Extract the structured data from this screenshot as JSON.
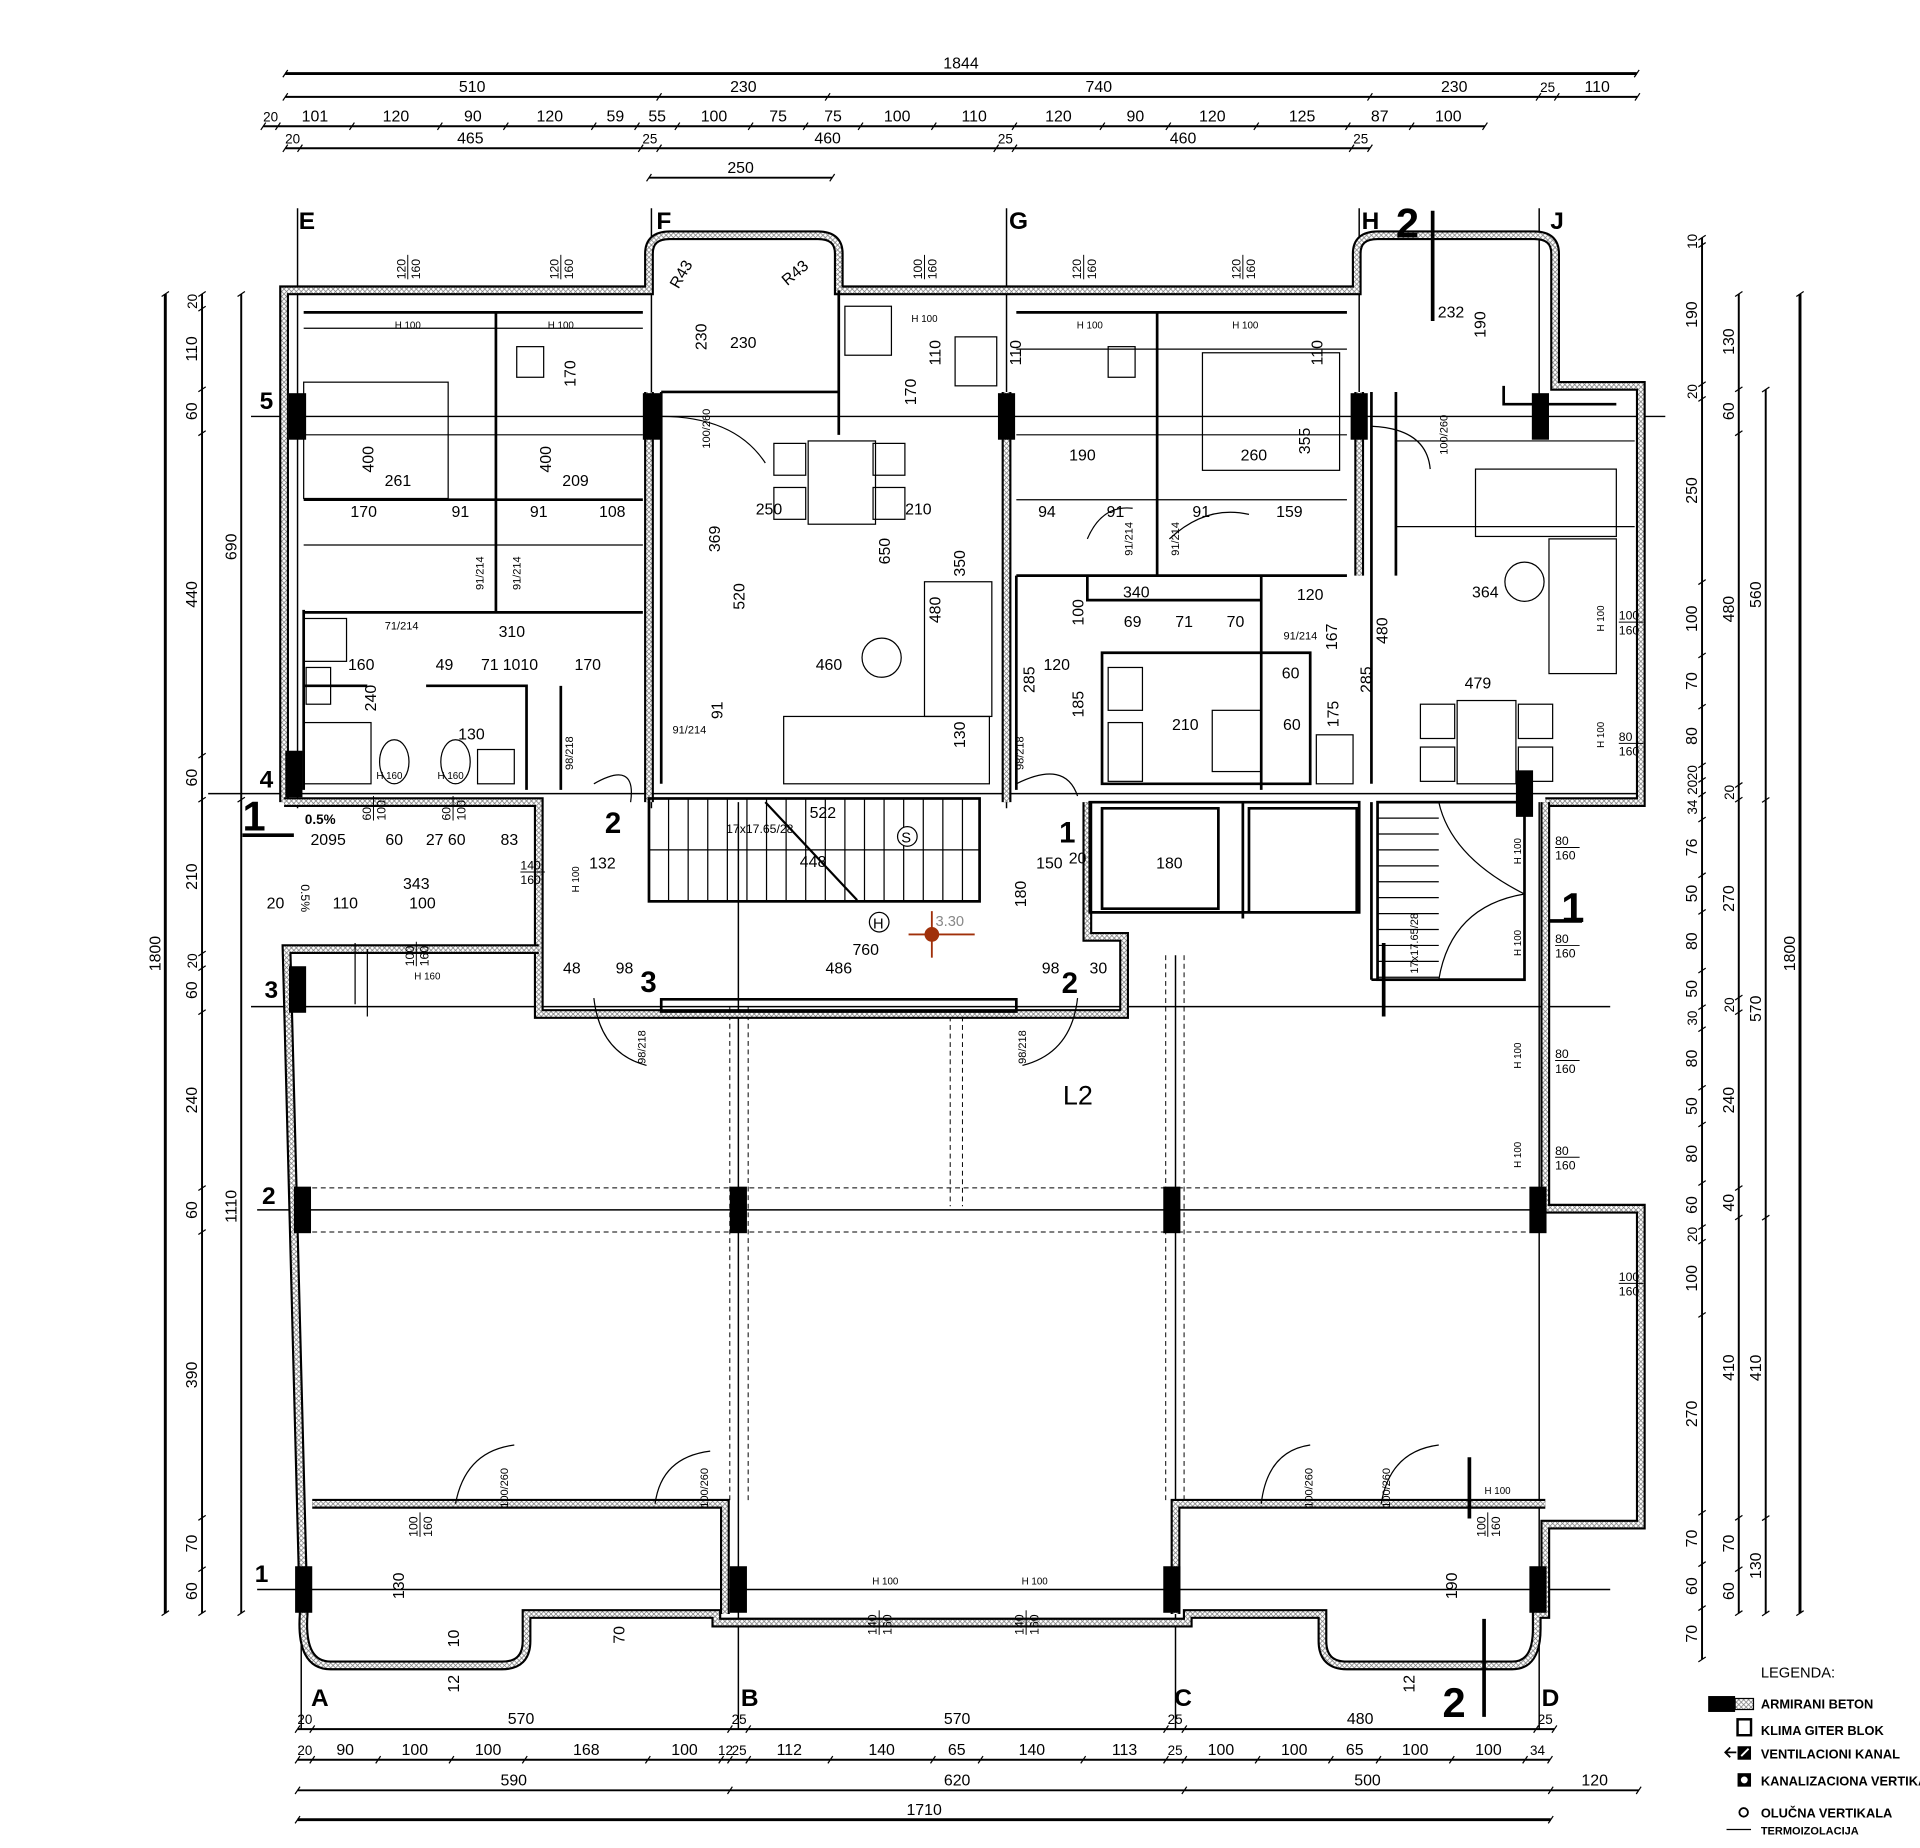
{
  "drawing": {
    "level_label": "L2",
    "elevation": "3.30",
    "elevation_color": "#a0300a",
    "stair_note": "17x17.65/28",
    "stair_note_right": "17x17.65/28",
    "stair_symbol": "S",
    "hall_symbol": "H",
    "slope": "0.5%",
    "slope2": "0.5%"
  },
  "axes": {
    "columns_top": [
      "E",
      "F",
      "G",
      "H",
      "J"
    ],
    "columns_bottom": [
      "A",
      "B",
      "C",
      "D"
    ],
    "rows": [
      "5",
      "4",
      "3",
      "2",
      "1"
    ]
  },
  "sections": {
    "left": "1",
    "right": "1",
    "top": "2",
    "bottom": "2",
    "corridor": [
      "2",
      "1",
      "3",
      "2"
    ]
  },
  "dimensions": {
    "top": [
      [
        1844
      ],
      [
        510,
        230,
        740,
        230,
        25,
        110
      ],
      [
        20,
        101,
        120,
        90,
        120,
        59,
        55,
        100,
        75,
        75,
        100,
        110,
        120,
        90,
        120,
        125,
        87,
        100
      ],
      [
        20,
        465,
        25,
        460,
        25,
        460,
        25
      ],
      [
        250
      ]
    ],
    "bottom": [
      [
        20,
        570,
        25,
        570,
        25,
        480,
        25
      ],
      [
        20,
        90,
        100,
        100,
        168,
        100,
        12,
        25,
        112,
        140,
        65,
        140,
        113,
        25,
        100,
        100,
        65,
        100,
        100,
        34
      ],
      [
        590,
        620,
        500,
        120
      ],
      [
        1710
      ]
    ],
    "left": [
      [
        20,
        110,
        60,
        440,
        60,
        210,
        20,
        60,
        240,
        60,
        390,
        70,
        60
      ],
      [
        690,
        1110
      ],
      [
        1800
      ]
    ],
    "right": [
      [
        10,
        190,
        20,
        250,
        100,
        70,
        80,
        20,
        20,
        34,
        76,
        50,
        80,
        50,
        30,
        80,
        50,
        80,
        60,
        20,
        100,
        270,
        70,
        60,
        70
      ],
      [
        130,
        60,
        480,
        20,
        270,
        20,
        240,
        40,
        410,
        70,
        60
      ],
      [
        560,
        570,
        410,
        130
      ],
      [
        1800
      ]
    ]
  },
  "labels": [
    "261",
    "170",
    "91",
    "400",
    "400",
    "209",
    "108",
    "91",
    "310",
    "160",
    "49",
    "71",
    "1010",
    "170",
    "240",
    "130",
    "250",
    "210",
    "369",
    "520",
    "650",
    "460",
    "480",
    "350",
    "130",
    "91",
    "522",
    "448",
    "760",
    "486",
    "343",
    "110",
    "100",
    "20",
    "2095",
    "60",
    "27",
    "60",
    "83",
    "132",
    "150",
    "20",
    "180",
    "180",
    "48",
    "98",
    "98",
    "30",
    "340",
    "69",
    "71",
    "70",
    "120",
    "364",
    "479",
    "260",
    "190",
    "94",
    "91",
    "91",
    "159",
    "355",
    "120",
    "210",
    "60",
    "60",
    "232",
    "190",
    "230",
    "230",
    "170",
    "170",
    "110",
    "110",
    "110",
    "185",
    "285",
    "100",
    "175",
    "285",
    "480",
    "167",
    "130",
    "190",
    "70",
    "10",
    "12",
    "12",
    "R43",
    "R43",
    "100/260",
    "100/260",
    "91/214",
    "91/214",
    "91/214",
    "91/214",
    "71/214",
    "91/214",
    "91/214",
    "98/218",
    "98/218",
    "98/218",
    "98/218",
    "100/260",
    "100/260",
    "100/260",
    "100/260",
    "H 100",
    "H 100",
    "H 100",
    "H 100",
    "H 100",
    "H 160",
    "H 100",
    "H 100",
    "H 100",
    "H 100",
    "H 100",
    "H 100",
    "H 100",
    "H 100",
    "H 100",
    "H 100",
    "H 160",
    "H 160"
  ],
  "windows": [
    [
      "100",
      "160"
    ],
    [
      "80",
      "160"
    ],
    [
      "80",
      "160"
    ],
    [
      "80",
      "160"
    ],
    [
      "80",
      "160"
    ],
    [
      "80",
      "160"
    ],
    [
      "100",
      "160"
    ],
    [
      "140",
      "160"
    ],
    [
      "120",
      "160"
    ],
    [
      "120",
      "160"
    ],
    [
      "100",
      "160"
    ],
    [
      "120",
      "160"
    ],
    [
      "120",
      "160"
    ],
    [
      "100",
      "160"
    ],
    [
      "100",
      "160"
    ],
    [
      "140",
      "160"
    ],
    [
      "140",
      "160"
    ],
    [
      "100",
      "160"
    ],
    [
      "60",
      "100"
    ],
    [
      "60",
      "100"
    ]
  ],
  "legend": {
    "title": "LEGENDA:",
    "items": [
      {
        "icon": "reinforced-concrete-icon",
        "label": "ARMIRANI BETON"
      },
      {
        "icon": "ac-grille-block-icon",
        "label": "KLIMA  GITER  BLOK"
      },
      {
        "icon": "ventilation-duct-icon",
        "label": "VENTILACIONI KANAL"
      },
      {
        "icon": "sewer-vertical-icon",
        "label": "KANALIZACIONA VERTIKALA"
      },
      {
        "icon": "gutter-vertical-icon",
        "label": "OLUČNA  VERTIKALA"
      },
      {
        "icon": "thermal-insulation-icon",
        "label": "TERMOIZOLACIJA"
      }
    ]
  }
}
